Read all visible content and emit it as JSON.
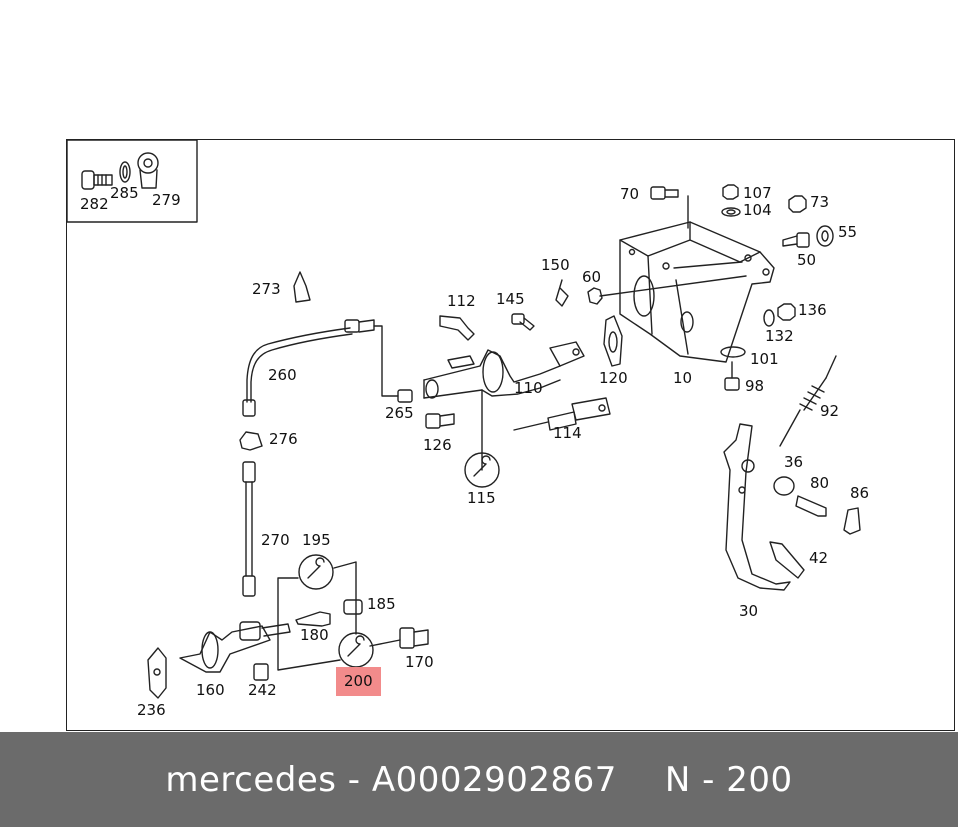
{
  "callouts": [
    {
      "id": "282",
      "text": "282"
    },
    {
      "id": "285",
      "text": "285"
    },
    {
      "id": "279",
      "text": "279"
    },
    {
      "id": "70",
      "text": "70"
    },
    {
      "id": "107",
      "text": "107"
    },
    {
      "id": "104",
      "text": "104"
    },
    {
      "id": "73",
      "text": "73"
    },
    {
      "id": "55",
      "text": "55"
    },
    {
      "id": "50",
      "text": "50"
    },
    {
      "id": "273",
      "text": "273"
    },
    {
      "id": "150",
      "text": "150"
    },
    {
      "id": "60",
      "text": "60"
    },
    {
      "id": "112",
      "text": "112"
    },
    {
      "id": "145",
      "text": "145"
    },
    {
      "id": "136",
      "text": "136"
    },
    {
      "id": "132",
      "text": "132"
    },
    {
      "id": "101",
      "text": "101"
    },
    {
      "id": "98",
      "text": "98"
    },
    {
      "id": "260",
      "text": "260"
    },
    {
      "id": "110",
      "text": "110"
    },
    {
      "id": "120",
      "text": "120"
    },
    {
      "id": "10",
      "text": "10"
    },
    {
      "id": "265",
      "text": "265"
    },
    {
      "id": "92",
      "text": "92"
    },
    {
      "id": "276",
      "text": "276"
    },
    {
      "id": "126",
      "text": "126"
    },
    {
      "id": "114",
      "text": "114"
    },
    {
      "id": "36",
      "text": "36"
    },
    {
      "id": "115",
      "text": "115"
    },
    {
      "id": "80",
      "text": "80"
    },
    {
      "id": "86",
      "text": "86"
    },
    {
      "id": "270",
      "text": "270"
    },
    {
      "id": "195",
      "text": "195"
    },
    {
      "id": "42",
      "text": "42"
    },
    {
      "id": "185",
      "text": "185"
    },
    {
      "id": "30",
      "text": "30"
    },
    {
      "id": "180",
      "text": "180"
    },
    {
      "id": "170",
      "text": "170"
    },
    {
      "id": "200",
      "text": "200",
      "highlight": true
    },
    {
      "id": "160",
      "text": "160"
    },
    {
      "id": "242",
      "text": "242"
    },
    {
      "id": "236",
      "text": "236"
    }
  ],
  "footer": {
    "brand": "mercedes - A0002902867",
    "position": "N - 200"
  },
  "colors": {
    "highlight": "#f28b8b",
    "footer_bg": "#6b6b6b",
    "line": "#222222"
  }
}
